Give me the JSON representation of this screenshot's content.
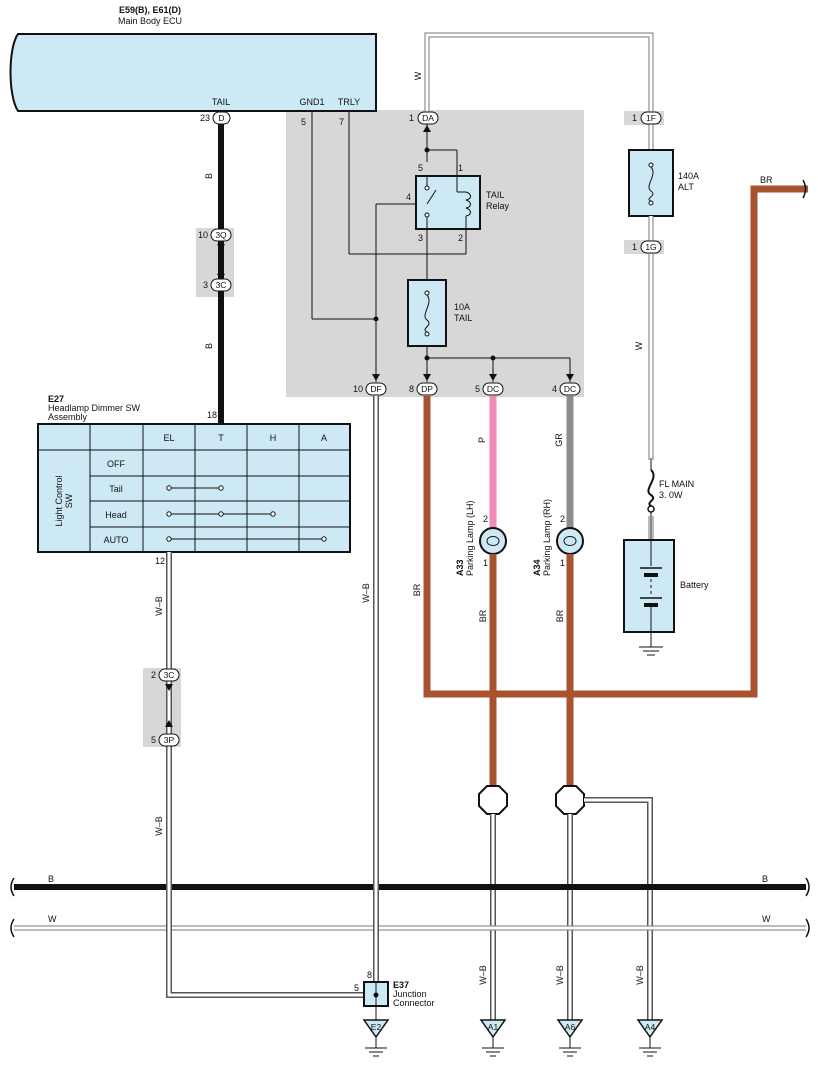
{
  "colors": {
    "box_fill": "#cde9f6",
    "panel_gray": "#d7d7d7",
    "wire_black": "#111111",
    "wire_brown": "#a8522e",
    "wire_pink": "#f08ab8",
    "wire_gray": "#8c8c8c"
  },
  "ecu": {
    "title": "E59(B), E61(D)",
    "subtitle": "Main Body ECU",
    "tail_label": "TAIL",
    "gnd_label": "GND1",
    "trly_label": "TRLY"
  },
  "pins": {
    "ecu_tail_num": "23",
    "ecu_tail_conn": "D",
    "gnd1_num": "5",
    "trly_num": "7",
    "da_num": "1",
    "da_conn": "DA",
    "f1_num": "1",
    "f1_conn": "1F",
    "g1_num": "1",
    "g1_conn": "1G",
    "q3_num": "10",
    "q3_conn": "3Q",
    "c3_num": "3",
    "c3_conn": "3C",
    "c3b_num": "2",
    "c3b_conn": "3C",
    "p3_num": "5",
    "p3_conn": "3P",
    "df_num": "10",
    "df_conn": "DF",
    "dp_num": "8",
    "dp_conn": "DP",
    "dc1_num": "5",
    "dc1_conn": "DC",
    "dc2_num": "4",
    "dc2_conn": "DC",
    "sw_in": "18",
    "sw_out": "12",
    "r5": "5",
    "r1": "1",
    "r4": "4",
    "r3": "3",
    "r2": "2",
    "lamp_lh_top": "2",
    "lamp_lh_bot": "1",
    "lamp_rh_top": "2",
    "lamp_rh_bot": "1",
    "jc_8": "8",
    "jc_5": "5"
  },
  "wires": {
    "w_top": "W",
    "b_upper": "B",
    "b_lower": "B",
    "wb_left_upper": "W–B",
    "wb_left_lower": "W–B",
    "wb_df": "W–B",
    "br_dp": "BR",
    "p_lh": "P",
    "gr_rh": "GR",
    "br_lh": "BR",
    "br_rh": "BR",
    "br_right": "BR",
    "w_fuse": "W",
    "bus_b_left": "B",
    "bus_b_right": "B",
    "bus_w_left": "W",
    "bus_w_right": "W",
    "wb_a1": "W–B",
    "wb_a6": "W–B",
    "wb_a4": "W–B"
  },
  "relay": {
    "name": "TAIL",
    "sub": "Relay"
  },
  "fuse_tail": {
    "rating": "10A",
    "name": "TAIL"
  },
  "fuse_alt": {
    "rating": "140A",
    "name": "ALT"
  },
  "fuse_main": {
    "name": "FL MAIN",
    "rating": "3. 0W"
  },
  "battery": {
    "label": "Battery"
  },
  "switch": {
    "id": "E27",
    "name_line1": "Headlamp Dimmer SW",
    "name_line2": "Assembly",
    "side_line1": "Light Control",
    "side_line2": "SW",
    "columns": [
      "EL",
      "T",
      "H",
      "A"
    ],
    "rows": [
      "OFF",
      "Tail",
      "Head",
      "AUTO"
    ]
  },
  "lamp_lh": {
    "id": "A33",
    "name": "Parking Lamp (LH)"
  },
  "lamp_rh": {
    "id": "A34",
    "name": "Parking Lamp (RH)"
  },
  "junction": {
    "id": "E37",
    "line1": "Junction",
    "line2": "Connector"
  },
  "grounds": {
    "e2": "E2",
    "a1": "A1",
    "a6": "A6",
    "a4": "A4"
  }
}
